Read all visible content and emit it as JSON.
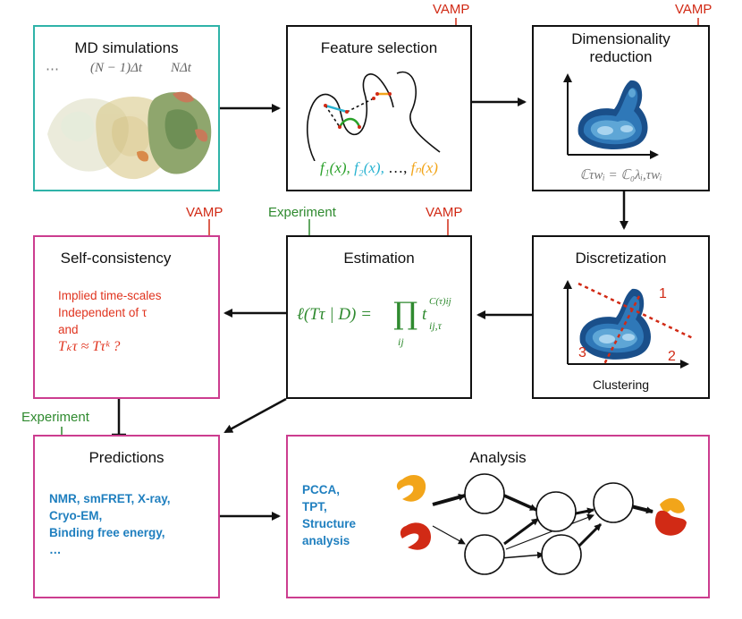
{
  "colors": {
    "teal": "#2fb3a8",
    "magenta": "#cc3d8f",
    "black": "#111111",
    "vamp_red": "#d12a15",
    "experiment_green": "#2f8a2f",
    "link_blue": "#1f7fbf",
    "feat_green": "#2aa12a",
    "feat_cyan": "#2ab3d1",
    "feat_orange": "#f2a51a"
  },
  "tags": {
    "vamp": "VAMP",
    "experiment": "Experiment"
  },
  "md": {
    "title": "MD simulations",
    "dots": "⋯",
    "t1": "(N − 1)Δt",
    "t2": "NΔt"
  },
  "feature": {
    "title": "Feature selection",
    "f1": "f₁(x),",
    "f2": "f₂(x),",
    "ellipsis": "…,",
    "fN": "fₙ(x)"
  },
  "dimred": {
    "title_line1": "Dimensionality",
    "title_line2": "reduction",
    "equation": "ℂτwᵢ = ℂ₀λᵢ,τwᵢ"
  },
  "discretization": {
    "title": "Discretization",
    "state1": "1",
    "state2": "2",
    "state3": "3",
    "caption": "Clustering"
  },
  "estimation": {
    "title": "Estimation",
    "lhs": "ℓ(Tτ | D) =",
    "prod": "∏",
    "sub": "ij",
    "term": "t",
    "term_sub": "ij,τ",
    "term_sup": "C(τ)ij"
  },
  "selfconsistency": {
    "title": "Self-consistency",
    "line1": "Implied time-scales",
    "line2": "Independent of τ",
    "line3": "and",
    "line4": "Tₖτ ≈ Tτᵏ ?"
  },
  "predictions": {
    "title": "Predictions",
    "items": [
      "NMR, smFRET, X-ray,",
      "Cryo-EM,",
      "Binding free energy,",
      "…"
    ]
  },
  "analysis": {
    "title": "Analysis",
    "items": [
      "PCCA,",
      "TPT,",
      "Structure",
      "analysis"
    ]
  }
}
